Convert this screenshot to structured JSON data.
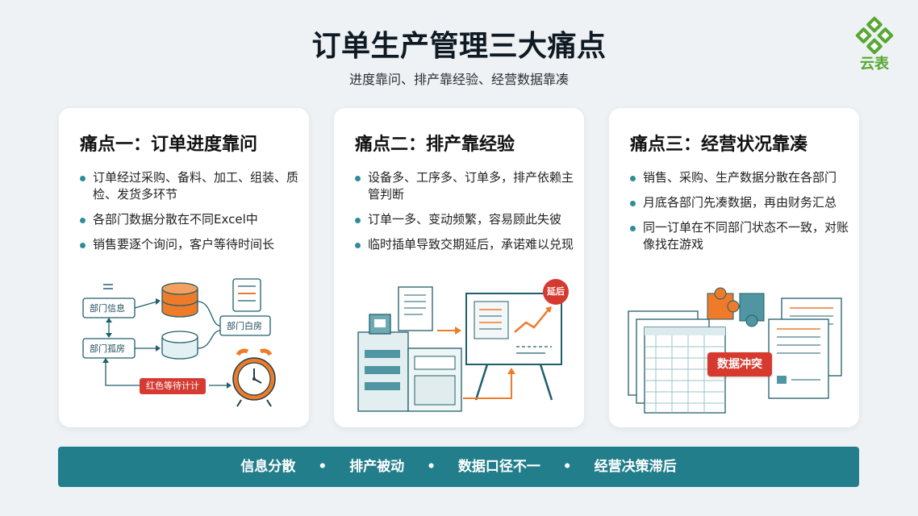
{
  "logo": {
    "text": "云表"
  },
  "header": {
    "title": "订单生产管理三大痛点",
    "subtitle": "进度靠问、排产靠经验、经营数据靠凑"
  },
  "cards": [
    {
      "title": "痛点一：订单进度靠问",
      "bullets": [
        "订单经过采购、备料、加工、组装、质检、发货多环节",
        "各部门数据分散在不同Excel中",
        "销售要逐个询问，客户等待时间长"
      ],
      "illustration": {
        "labels": [
          "部门信息",
          "部门孤房",
          "部门白房"
        ],
        "tag": "红色等待计计"
      }
    },
    {
      "title": "痛点二：排产靠经验",
      "bullets": [
        "设备多、工序多、订单多，排产依赖主管判断",
        "订单一多、变动频繁，容易顾此失彼",
        "临时插单导致交期延后，承诺难以兑现"
      ],
      "illustration": {
        "badge": "延后"
      }
    },
    {
      "title": "痛点三：经营状况靠凑",
      "bullets": [
        "销售、采购、生产数据分散在各部门",
        "月底各部门先凑数据，再由财务汇总",
        "同一订单在不同部门状态不一致，对账像找在游戏"
      ],
      "illustration": {
        "badge": "数据冲突"
      }
    }
  ],
  "bottom_bar": {
    "items": [
      "信息分散",
      "排产被动",
      "数据口径不一",
      "经营决策滞后"
    ],
    "separator": "•"
  },
  "colors": {
    "teal": "#237e8c",
    "accent_red": "#d63a2f",
    "orange": "#ef7b2a",
    "background": "#eef2f4"
  }
}
